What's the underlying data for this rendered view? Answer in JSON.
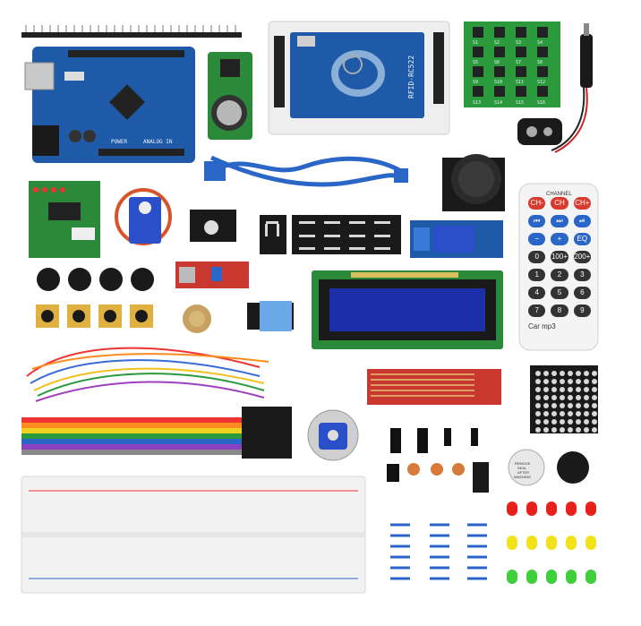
{
  "image": {
    "title": "",
    "components": [
      "pin-header",
      "uno-board",
      "rtc-module",
      "rfid-module",
      "keypad-4x4",
      "dc-jack",
      "usb-cable",
      "battery-clip",
      "joystick",
      "ir-remote",
      "stepper-driver",
      "servo",
      "ir-receiver-module",
      "seven-seg-4digit",
      "seven-seg-1digit",
      "relay-module",
      "push-buttons",
      "sound-sensor",
      "potentiometer",
      "dht11",
      "lcd1602",
      "jumper-wires",
      "ribbon-cable",
      "water-sensor",
      "led-matrix",
      "stepper-motor",
      "breadboard",
      "buzzer",
      "resistors",
      "leds",
      "transistors",
      "photoresistors",
      "shift-register-ic"
    ]
  },
  "board_labels": {
    "uno_power": "POWER",
    "uno_analog": "ANALOG IN",
    "rfid": "RFID-RC522",
    "keypad_keys": [
      "S1",
      "S2",
      "S3",
      "S4",
      "S5",
      "S6",
      "S7",
      "S8",
      "S9",
      "S10",
      "S11",
      "S12",
      "S13",
      "S14",
      "S15",
      "S16"
    ],
    "buzzer_sticker": [
      "REMOVE",
      "SEAL",
      "AFTER",
      "WASHING"
    ]
  },
  "remote": {
    "header": "CHANNEL",
    "rows": [
      [
        "CH-",
        "CH",
        "CH+"
      ],
      [
        "⏮",
        "⏭",
        "⏯"
      ],
      [
        "−",
        "+",
        "EQ"
      ],
      [
        "0",
        "100+",
        "200+"
      ],
      [
        "1",
        "2",
        "3"
      ],
      [
        "4",
        "5",
        "6"
      ],
      [
        "7",
        "8",
        "9"
      ]
    ],
    "brand": "Car mp3"
  },
  "colors": {
    "pcb_blue": "#1f5aa8",
    "pcb_green": "#2a8a3a",
    "pcb_red": "#c8382f",
    "lcd_blue": "#1c2fa8",
    "black": "#1a1a1a",
    "led_red": "#e8201a",
    "led_yellow": "#f2e21a",
    "led_green": "#3ecf3a"
  }
}
